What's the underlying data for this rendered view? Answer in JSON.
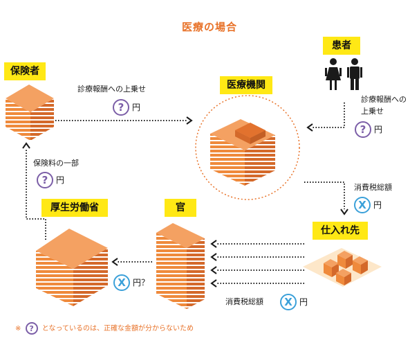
{
  "title": "医療の場合",
  "nodes": {
    "insurer": "保険者",
    "patient": "患者",
    "medical": "医療機関",
    "ministry": "厚生労働省",
    "government": "官",
    "supplier": "仕入れ先"
  },
  "edges": {
    "insurer_to_medical": {
      "label": "診療報酬への上乗せ",
      "badge": "?",
      "unit": "円"
    },
    "patient_to_medical": {
      "label_line1": "診療報酬への",
      "label_line2": "上乗せ",
      "badge": "?",
      "unit": "円"
    },
    "ministry_to_insurer": {
      "label": "保険料の一部",
      "badge": "?",
      "unit": "円"
    },
    "medical_to_supplier": {
      "label": "消費税総額",
      "badge": "X",
      "unit": "円"
    },
    "government_to_ministry": {
      "badge": "X",
      "unit": "円？"
    },
    "supplier_to_government": {
      "label": "消費税総額",
      "badge": "X",
      "unit": "円"
    }
  },
  "footnote": {
    "prefix": "※",
    "badge": "?",
    "text": "となっているのは、正確な金額が分からないため"
  },
  "colors": {
    "accent": "#e8732a",
    "label_bg": "#ffe815",
    "building": "#ef8a3c",
    "question_badge": "#7b5ea7",
    "x_badge": "#3aa0d9"
  }
}
